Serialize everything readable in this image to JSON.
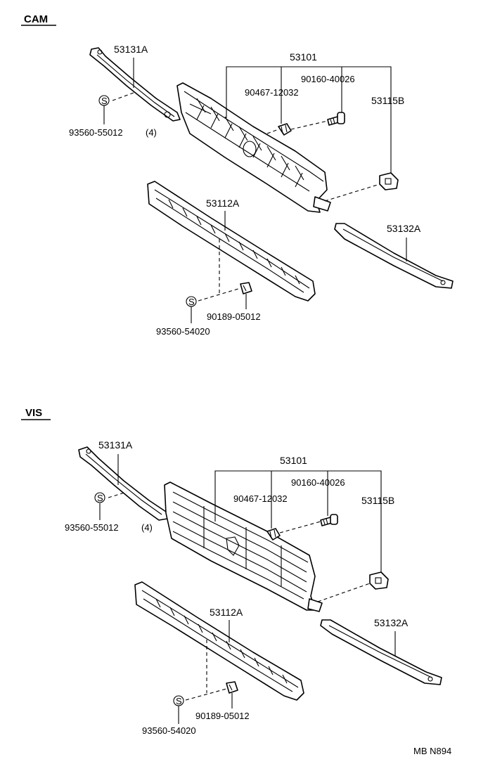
{
  "sections": [
    {
      "title": "CAM",
      "labels": {
        "grille_radiator": "53101",
        "molding_upper_left": "53131A",
        "retainer_clip": "90467-12032",
        "screw": "90160-40026",
        "bracket": "53115B",
        "grille_lower": "53112A",
        "molding_right": "53132A",
        "clip_upper": "93560-55012",
        "clip_upper_qty": "(4)",
        "nut": "90189-05012",
        "clip_lower": "93560-54020",
        "s_symbol": "S"
      }
    },
    {
      "title": "VIS",
      "labels": {
        "grille_radiator": "53101",
        "molding_upper_left": "53131A",
        "retainer_clip": "90467-12032",
        "screw": "90160-40026",
        "bracket": "53115B",
        "grille_lower": "53112A",
        "molding_right": "53132A",
        "clip_upper": "93560-55012",
        "clip_upper_qty": "(4)",
        "nut": "90189-05012",
        "clip_lower": "93560-54020",
        "s_symbol": "S"
      }
    }
  ],
  "footer": {
    "code": "MB N894"
  }
}
